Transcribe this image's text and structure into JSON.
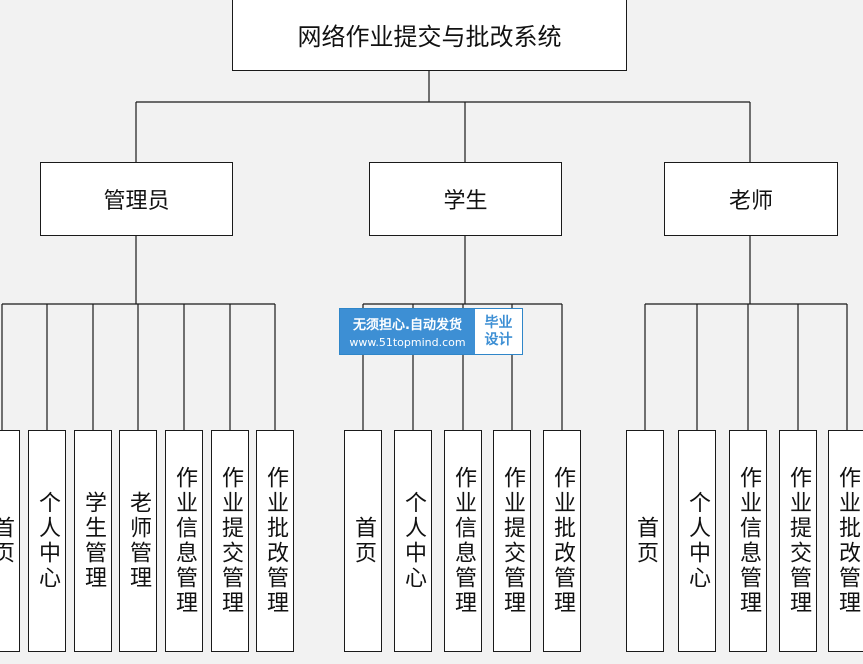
{
  "root": "网络作业提交与批改系统",
  "roles": [
    {
      "name": "管理员",
      "modules": [
        "首页",
        "个人中心",
        "学生管理",
        "老师管理",
        "作业信息管理",
        "作业提交管理",
        "作业批改管理"
      ]
    },
    {
      "name": "学生",
      "modules": [
        "首页",
        "个人中心",
        "作业信息管理",
        "作业提交管理",
        "作业批改管理"
      ]
    },
    {
      "name": "老师",
      "modules": [
        "首页",
        "个人中心",
        "作业信息管理",
        "作业提交管理",
        "作业批改管理"
      ]
    }
  ],
  "watermark": {
    "line1": "无须担心.自动发货",
    "line2": "www.51topmind.com",
    "badge": "毕业设计"
  },
  "colors": {
    "line": "#1a1a1a",
    "box_fill": "#ffffff",
    "background": "#f2f2f2",
    "watermark": "#3d8fd4"
  }
}
